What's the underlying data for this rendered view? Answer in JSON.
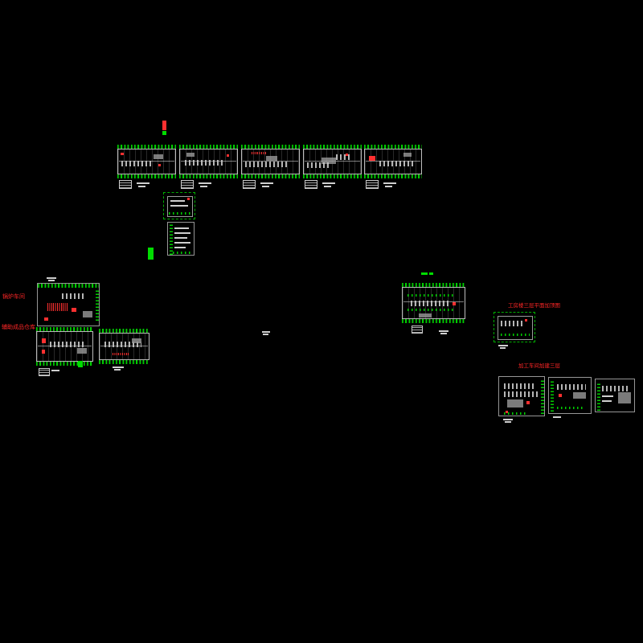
{
  "colors": {
    "background": "#000000",
    "vegetation_green": "#00cc00",
    "annotation_red": "#ff2626",
    "linework_white": "#d6d6d6"
  },
  "annotations": {
    "boiler_workshop": "锅炉车间",
    "finished_goods_warehouse": "辅助成品仓库",
    "third_floor_roof_note": "工房楼三层平面加顶图",
    "processing_workshop_addition": "加工车间加建三层"
  }
}
